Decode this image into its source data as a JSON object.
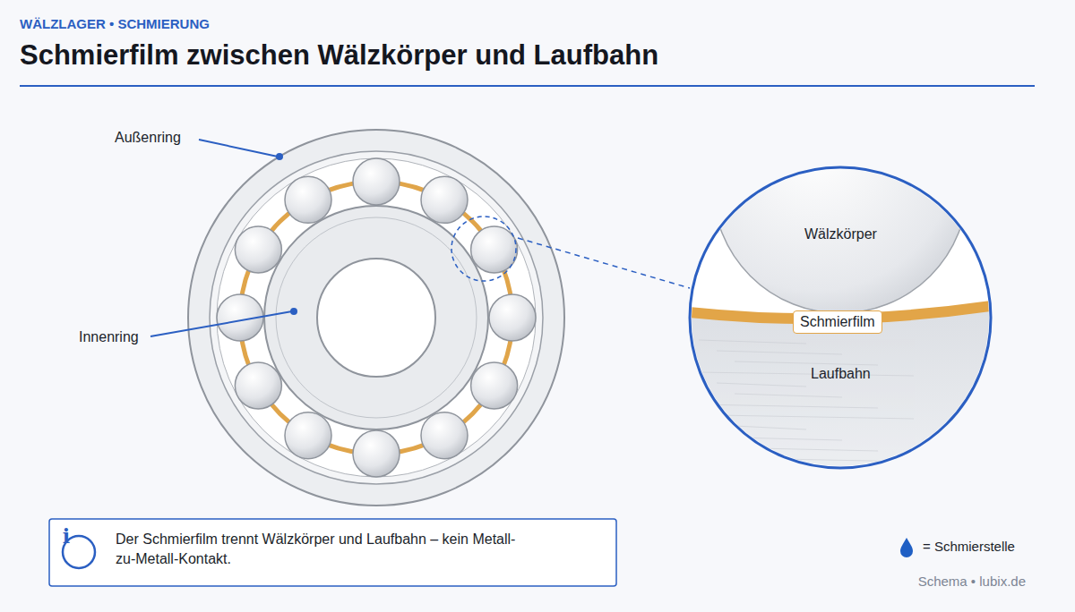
{
  "diagram": {
    "title": "Schmierfilm zwischen Wälzkörper und Laufbahn",
    "nodes": [
      {
        "text": [
          "Wälzkörper"
        ]
      },
      {
        "text": [
          "Schmierfilm"
        ]
      },
      {
        "text": [
          "Laufbahn"
        ]
      },
      {
        "text": [
          "Der Schmierfilm trennt Wälzkörper und Laufbahn – kein Metall-zu-Metall-Kontakt."
        ]
      },
      {
        "text": [
          "i"
        ],
        "in": 3
      }
    ],
    "labels": [
      "WÄLZLAGER • SCHMIERUNG",
      "Außenring",
      "Innenring",
      "Schema • lubix.de"
    ],
    "legend": [
      {
        "text": "= Schmierstelle"
      }
    ]
  }
}
